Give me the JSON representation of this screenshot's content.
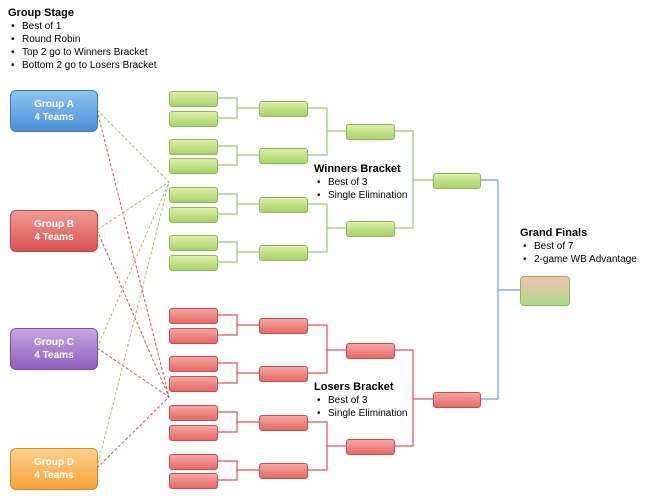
{
  "group_stage": {
    "title": "Group Stage",
    "bullets": [
      "Best of 1",
      "Round Robin",
      "Top 2 go to Winners Bracket",
      "Bottom 2 go to Losers Bracket"
    ]
  },
  "groups": [
    {
      "line1": "Group A",
      "line2": "4 Teams"
    },
    {
      "line1": "Group B",
      "line2": "4 Teams"
    },
    {
      "line1": "Group C",
      "line2": "4 Teams"
    },
    {
      "line1": "Group D",
      "line2": "4 Teams"
    }
  ],
  "winners_bracket": {
    "title": "Winners Bracket",
    "bullets": [
      "Best of 3",
      "Single Elimination"
    ]
  },
  "losers_bracket": {
    "title": "Losers Bracket",
    "bullets": [
      "Best of 3",
      "Single Elimination"
    ]
  },
  "grand_finals": {
    "title": "Grand Finals",
    "bullets": [
      "Best of 7",
      "2-game WB Advantage"
    ]
  },
  "colors": {
    "winners_line": "#9bc86a",
    "losers_line": "#d9534f",
    "finals_line": "#6a9fd0"
  }
}
